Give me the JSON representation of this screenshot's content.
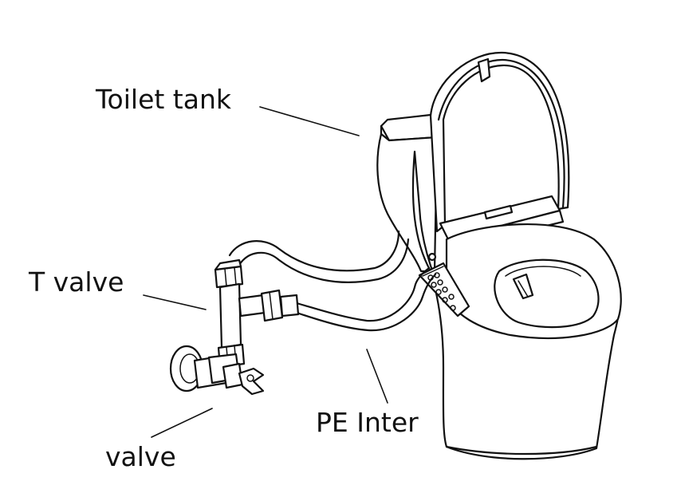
{
  "labels": {
    "toilet_tank": "Toilet tank",
    "t_valve": "T valve",
    "valve": "valve",
    "pe_inter": "PE Inter"
  },
  "colors": {
    "line": "#111111",
    "background": "#ffffff"
  }
}
